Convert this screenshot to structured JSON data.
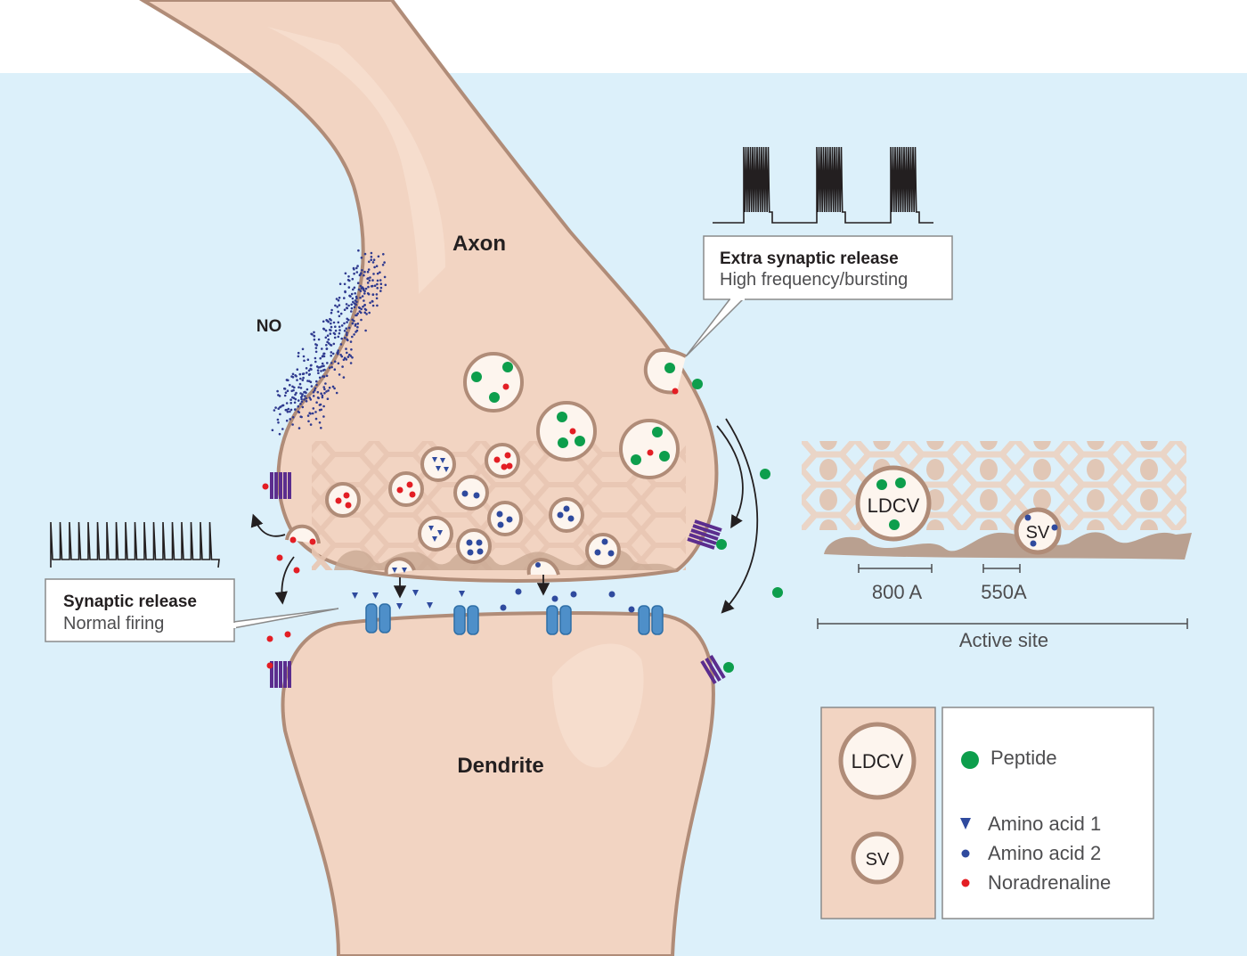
{
  "labels": {
    "axon": "Axon",
    "dendrite": "Dendrite",
    "no": "NO",
    "extra_title": "Extra synaptic release",
    "extra_sub": "High frequency/bursting",
    "syn_title": "Synaptic release",
    "syn_sub": "Normal firing",
    "ldcv_inset": "LDCV",
    "sv_inset": "SV",
    "scale_800": "800 A",
    "scale_550": "550A",
    "active_site": "Active site"
  },
  "legend": {
    "ldcv": "LDCV",
    "sv": "SV",
    "peptide": "Peptide",
    "amino1": "Amino acid 1",
    "amino2": "Amino acid 2",
    "noradrenaline": "Noradrenaline"
  },
  "colors": {
    "background": "#dcf0fa",
    "neuron_fill": "#f2d4c2",
    "neuron_outline": "#b08c78",
    "vesicle_fill": "#fdf5ee",
    "peptide": "#0d9e4c",
    "amino_acid": "#2f4a9e",
    "noradrenaline": "#e31e24",
    "gpcr": "#5b2d8e",
    "channel": "#4e8fc9"
  }
}
